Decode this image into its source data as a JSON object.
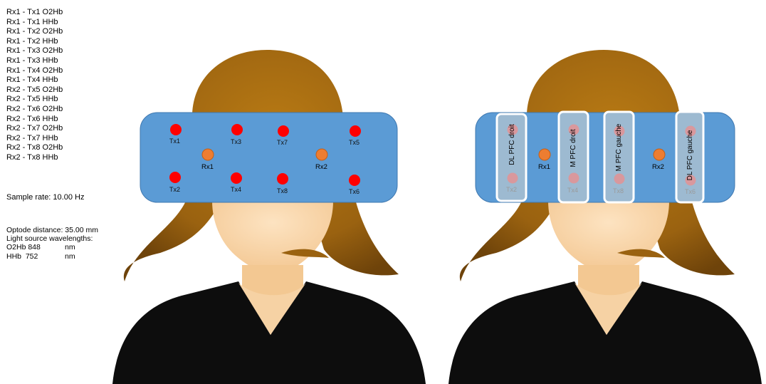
{
  "channels": [
    "Rx1 - Tx1 O2Hb",
    "Rx1 - Tx1 HHb",
    "Rx1 - Tx2 O2Hb",
    "Rx1 - Tx2 HHb",
    "Rx1 - Tx3 O2Hb",
    "Rx1 - Tx3 HHb",
    "Rx1 - Tx4 O2Hb",
    "Rx1 - Tx4 HHb",
    "Rx2 - Tx5 O2Hb",
    "Rx2 - Tx5 HHb",
    "Rx2 - Tx6 O2Hb",
    "Rx2 - Tx6 HHb",
    "Rx2 - Tx7 O2Hb",
    "Rx2 - Tx7 HHb",
    "Rx2 - Tx8 O2Hb",
    "Rx2 - Tx8 HHb"
  ],
  "sample_rate": "Sample rate: 10.00 Hz",
  "optode": {
    "distance": "Optode distance: 35.00 mm",
    "wavelengths_title": "Light source wavelengths:",
    "o2hb_label": "O2Hb 848",
    "hhb_label": "HHb  752",
    "unit": "nm"
  },
  "probe_labels": {
    "tx1": "Tx1",
    "tx2": "Tx2",
    "tx3": "Tx3",
    "tx4": "Tx4",
    "tx5": "Tx5",
    "tx6": "Tx6",
    "tx7": "Tx7",
    "tx8": "Tx8",
    "rx1": "Rx1",
    "rx2": "Rx2"
  },
  "regions": {
    "dl_pfc_droit": "DL PFC droit",
    "m_pfc_droit": "M PFC droit",
    "m_pfc_gauche": "M PFC gauche",
    "dl_pfc_gauche": "DL PFC gauche"
  },
  "colors": {
    "band": "#5b9bd5",
    "transmitter": "#ff0000",
    "receiver": "#ed7d31",
    "hair": "#a26b0e",
    "skin": "#f8d3a2",
    "jacket": "#0d0d0d"
  }
}
